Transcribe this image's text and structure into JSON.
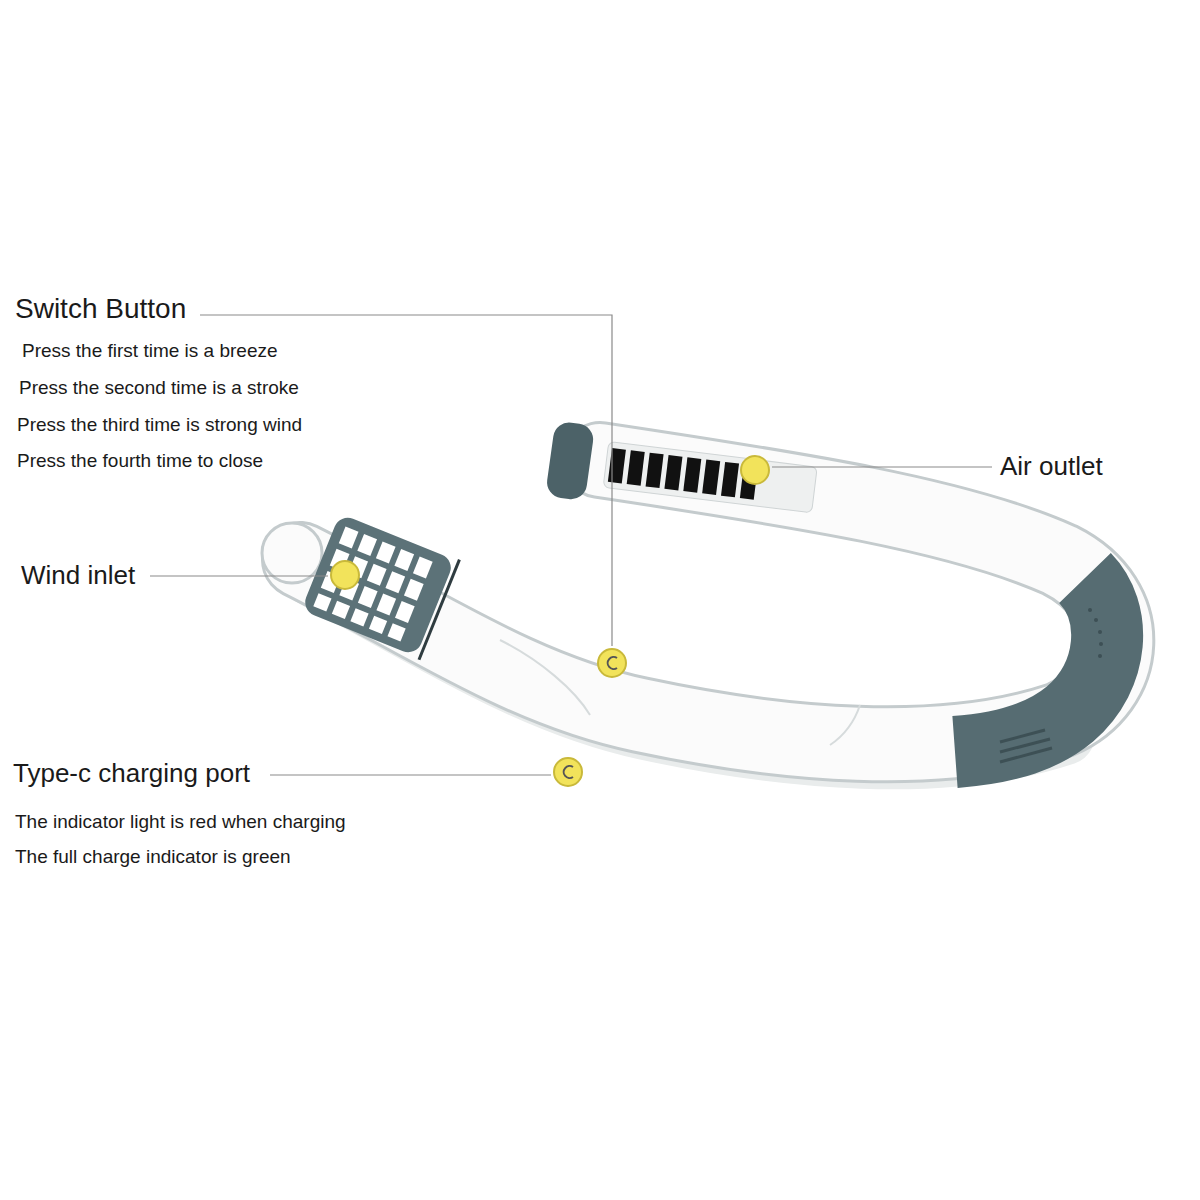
{
  "diagram": {
    "labels": [
      "Switch Button",
      "Press the first time is a breeze",
      "Press the second time is a stroke",
      "Press the third time is strong wind",
      "Press the fourth time to close",
      "Air outlet",
      "Wind inlet",
      "Type-c charging port",
      "The indicator light is red when charging",
      "The full charge indicator is green"
    ]
  }
}
